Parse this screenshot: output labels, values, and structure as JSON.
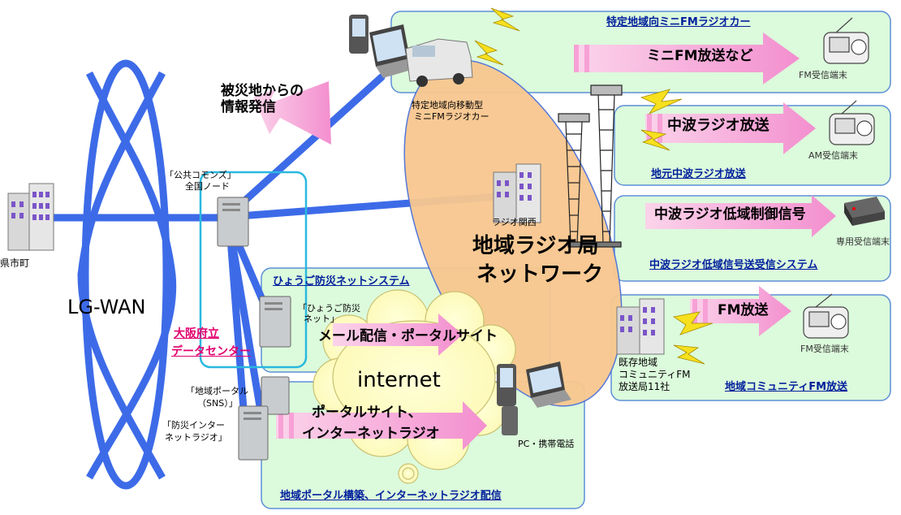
{
  "panels": {
    "mini_fm": {
      "title": "特定地域向ミニFMラジオカー",
      "arrow": "ミニFM放送など",
      "receiver": "FM受信端末"
    },
    "am": {
      "title": "地元中波ラジオ放送",
      "arrow": "中波ラジオ放送",
      "receiver": "AM受信端末"
    },
    "lowband": {
      "title": "中波ラジオ低域信号送受信システム",
      "arrow": "中波ラジオ低域制御信号",
      "receiver": "専用受信端末"
    },
    "community_fm": {
      "title": "地域コミュニティFM放送",
      "arrow": "FM放送",
      "receiver": "FM受信端末",
      "station": [
        "既存地域",
        "コミュニティFM",
        "放送局11社"
      ]
    },
    "hyogo": {
      "title": "ひょうご防災ネットシステム",
      "server": [
        "「ひょうご防災",
        "ネット」"
      ],
      "arrow": "メール配信・ポータルサイト"
    },
    "portal": {
      "title": "地域ポータル構築、インターネットラジオ配信",
      "arrow": [
        "ポータルサイト、",
        "インターネットラジオ"
      ],
      "device": "PC・携帯電話"
    }
  },
  "labels": {
    "disaster_info": [
      "被災地からの",
      "情報発信"
    ],
    "mini_fm_car": [
      "特定地域向移動型",
      "ミニFMラジオカー"
    ],
    "commons": [
      "「公共コモンズ」",
      "全国ノード"
    ],
    "radio_kansai": "ラジオ関西",
    "region_network": [
      "地域ラジオ局",
      "ネットワーク"
    ],
    "municipality": "県市町",
    "lgwan": "LG-WAN",
    "osaka_dc": [
      "大阪府立",
      "データセンター"
    ],
    "internet": "internet",
    "regional_portal": [
      "「地域ポータル",
      "（SNS）」"
    ],
    "bousai_radio": [
      "「防災インター",
      "ネットラジオ」"
    ]
  },
  "colors": {
    "panel_fill": "#dcfadc",
    "panel_border": "#5c8fd6",
    "network_line": "#3d6be8",
    "pink_arrow": "#f7a1d6",
    "ellipse": "#f8c78f",
    "red_text": "#e2006e"
  }
}
